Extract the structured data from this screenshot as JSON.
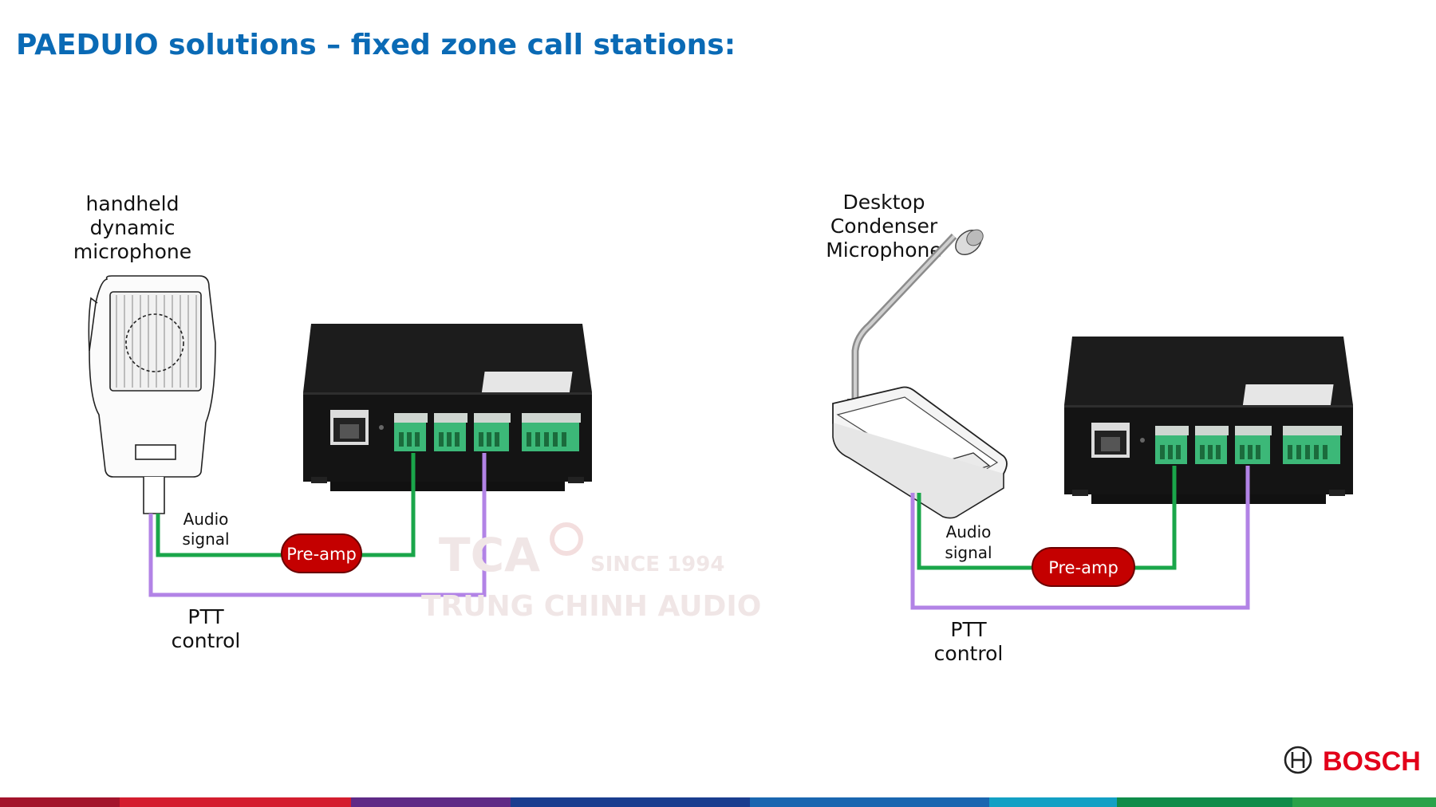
{
  "title": "PAEDUIO solutions – fixed zone call stations:",
  "left_station": {
    "mic_label": [
      "handheld",
      "dynamic",
      "microphone"
    ],
    "audio_label": [
      "Audio",
      "signal"
    ],
    "preamp_label": "Pre-amp",
    "ptt_label": [
      "PTT",
      "control"
    ]
  },
  "right_station": {
    "mic_label": [
      "Desktop",
      "Condenser",
      "Microphone"
    ],
    "audio_label": [
      "Audio",
      "signal"
    ],
    "preamp_label": "Pre-amp",
    "ptt_label": [
      "PTT",
      "control"
    ]
  },
  "watermark": {
    "logo": "TCA",
    "since": "SINCE 1994",
    "name": "TRUNG CHINH AUDIO"
  },
  "brand": {
    "name": "BOSCH",
    "color": "#e2001a"
  },
  "colors": {
    "title": "#0a6ab5",
    "audio_wire": "#1aa64a",
    "ptt_wire": "#b283e6",
    "preamp": "#c40000",
    "connector": "#3cb878"
  },
  "icons": [
    "handheld-microphone-icon",
    "desktop-microphone-icon",
    "audio-device-icon",
    "bosch-logo-icon"
  ]
}
